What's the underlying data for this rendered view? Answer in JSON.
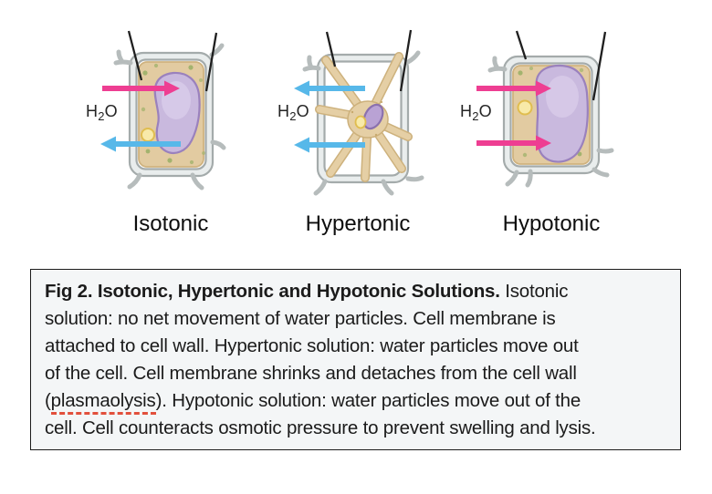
{
  "figure": {
    "h2o_label": {
      "h": "H",
      "subscript": "2",
      "o": "O"
    },
    "panels": [
      {
        "label": "Isotonic"
      },
      {
        "label": "Hypertonic"
      },
      {
        "label": "Hypotonic"
      }
    ]
  },
  "caption": {
    "lines": [
      {
        "bold": "Fig 2. Isotonic, Hypertonic and Hypotonic Solutions.",
        "rest": " Isotonic"
      },
      {
        "text": "solution: no net movement of water particles. Cell membrane is"
      },
      {
        "text": "attached to cell wall. Hypertonic solution: water particles move out"
      },
      {
        "text": "of the cell. Cell membrane shrinks and detaches from the cell wall"
      },
      {
        "pre": "(",
        "misspelled": "plasmaolysis",
        "post": "). Hypotonic solution: water particles move out of the"
      },
      {
        "text": "cell. Cell counteracts osmotic pressure to prevent swelling and lysis."
      }
    ]
  },
  "colors": {
    "water_in_arrow_pink": "#ee3e92",
    "water_out_arrow_cyan": "#57b8e9",
    "cell_wall_stroke": "#a4abab",
    "cell_wall_fill": "#e9eded",
    "cytoplasm_fill": "#e2cba1",
    "cytoplasm_stroke": "#cfb27e",
    "vacuole_fill": "#c9b9de",
    "vacuole_stroke": "#9a81bd",
    "yellow_organelle_fill": "#f8eaa9",
    "yellow_organelle_stroke": "#e0bd4f",
    "green_granule": "#a3b36e",
    "pointer_line": "#1f1f1f",
    "spellcheck_underline": "#e2503c",
    "caption_background": "#f4f6f7",
    "caption_border": "#1c1c1c"
  }
}
